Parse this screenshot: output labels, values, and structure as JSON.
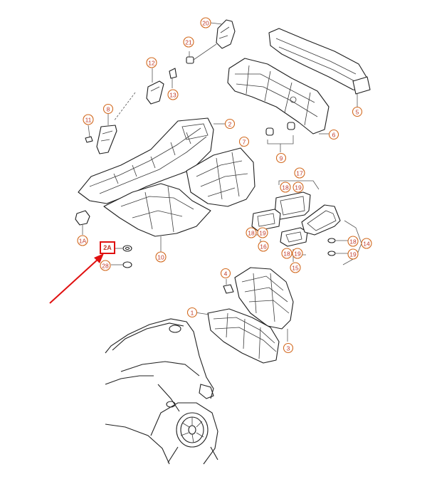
{
  "diagram": {
    "callouts": [
      {
        "id": "c20",
        "label": "20"
      },
      {
        "id": "c21",
        "label": "21"
      },
      {
        "id": "c12",
        "label": "12"
      },
      {
        "id": "c13",
        "label": "13"
      },
      {
        "id": "c11",
        "label": "11"
      },
      {
        "id": "c8",
        "label": "8"
      },
      {
        "id": "c2",
        "label": "2"
      },
      {
        "id": "c7",
        "label": "7"
      },
      {
        "id": "c5",
        "label": "5"
      },
      {
        "id": "c6",
        "label": "6"
      },
      {
        "id": "c9",
        "label": "9"
      },
      {
        "id": "c17",
        "label": "17"
      },
      {
        "id": "c18a",
        "label": "18"
      },
      {
        "id": "c19a",
        "label": "19"
      },
      {
        "id": "c18b",
        "label": "18"
      },
      {
        "id": "c19b",
        "label": "19"
      },
      {
        "id": "c16",
        "label": "16"
      },
      {
        "id": "c18c",
        "label": "18"
      },
      {
        "id": "c19c",
        "label": "19"
      },
      {
        "id": "c15",
        "label": "15"
      },
      {
        "id": "c18d",
        "label": "18"
      },
      {
        "id": "c19d",
        "label": "19"
      },
      {
        "id": "c14",
        "label": "14"
      },
      {
        "id": "c1A",
        "label": "1A"
      },
      {
        "id": "c28",
        "label": "28"
      },
      {
        "id": "c10",
        "label": "10"
      },
      {
        "id": "c4",
        "label": "4"
      },
      {
        "id": "c1",
        "label": "1"
      },
      {
        "id": "c3",
        "label": "3"
      }
    ],
    "highlight": {
      "label": "2A"
    },
    "colors": {
      "callout": "#d2691e",
      "highlight": "#e01010"
    }
  }
}
